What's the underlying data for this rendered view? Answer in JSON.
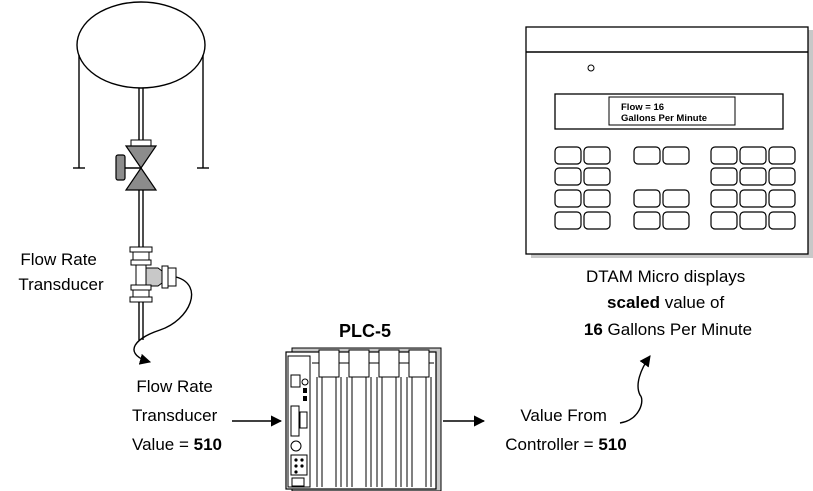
{
  "transducer_label": {
    "line1": "Flow Rate",
    "line2": "Transducer"
  },
  "transducer_value": {
    "line1": "Flow Rate",
    "line2": "Transducer",
    "line3_prefix": "Value = ",
    "value": "510"
  },
  "plc": {
    "title": "PLC-5"
  },
  "controller_value": {
    "line1": "Value From",
    "line2_prefix": "Controller = ",
    "value": "510"
  },
  "dtam_display": {
    "line1": "Flow = 16",
    "line2": "Gallons Per Minute"
  },
  "dtam_caption": {
    "line1": "DTAM Micro displays",
    "line2_bold": "scaled",
    "line2_rest": " value of",
    "line3_bold": "16",
    "line3_rest": " Gallons Per Minute"
  },
  "colors": {
    "valve_gray": "#8c8c8c",
    "shadow": "#c8c8c8"
  }
}
